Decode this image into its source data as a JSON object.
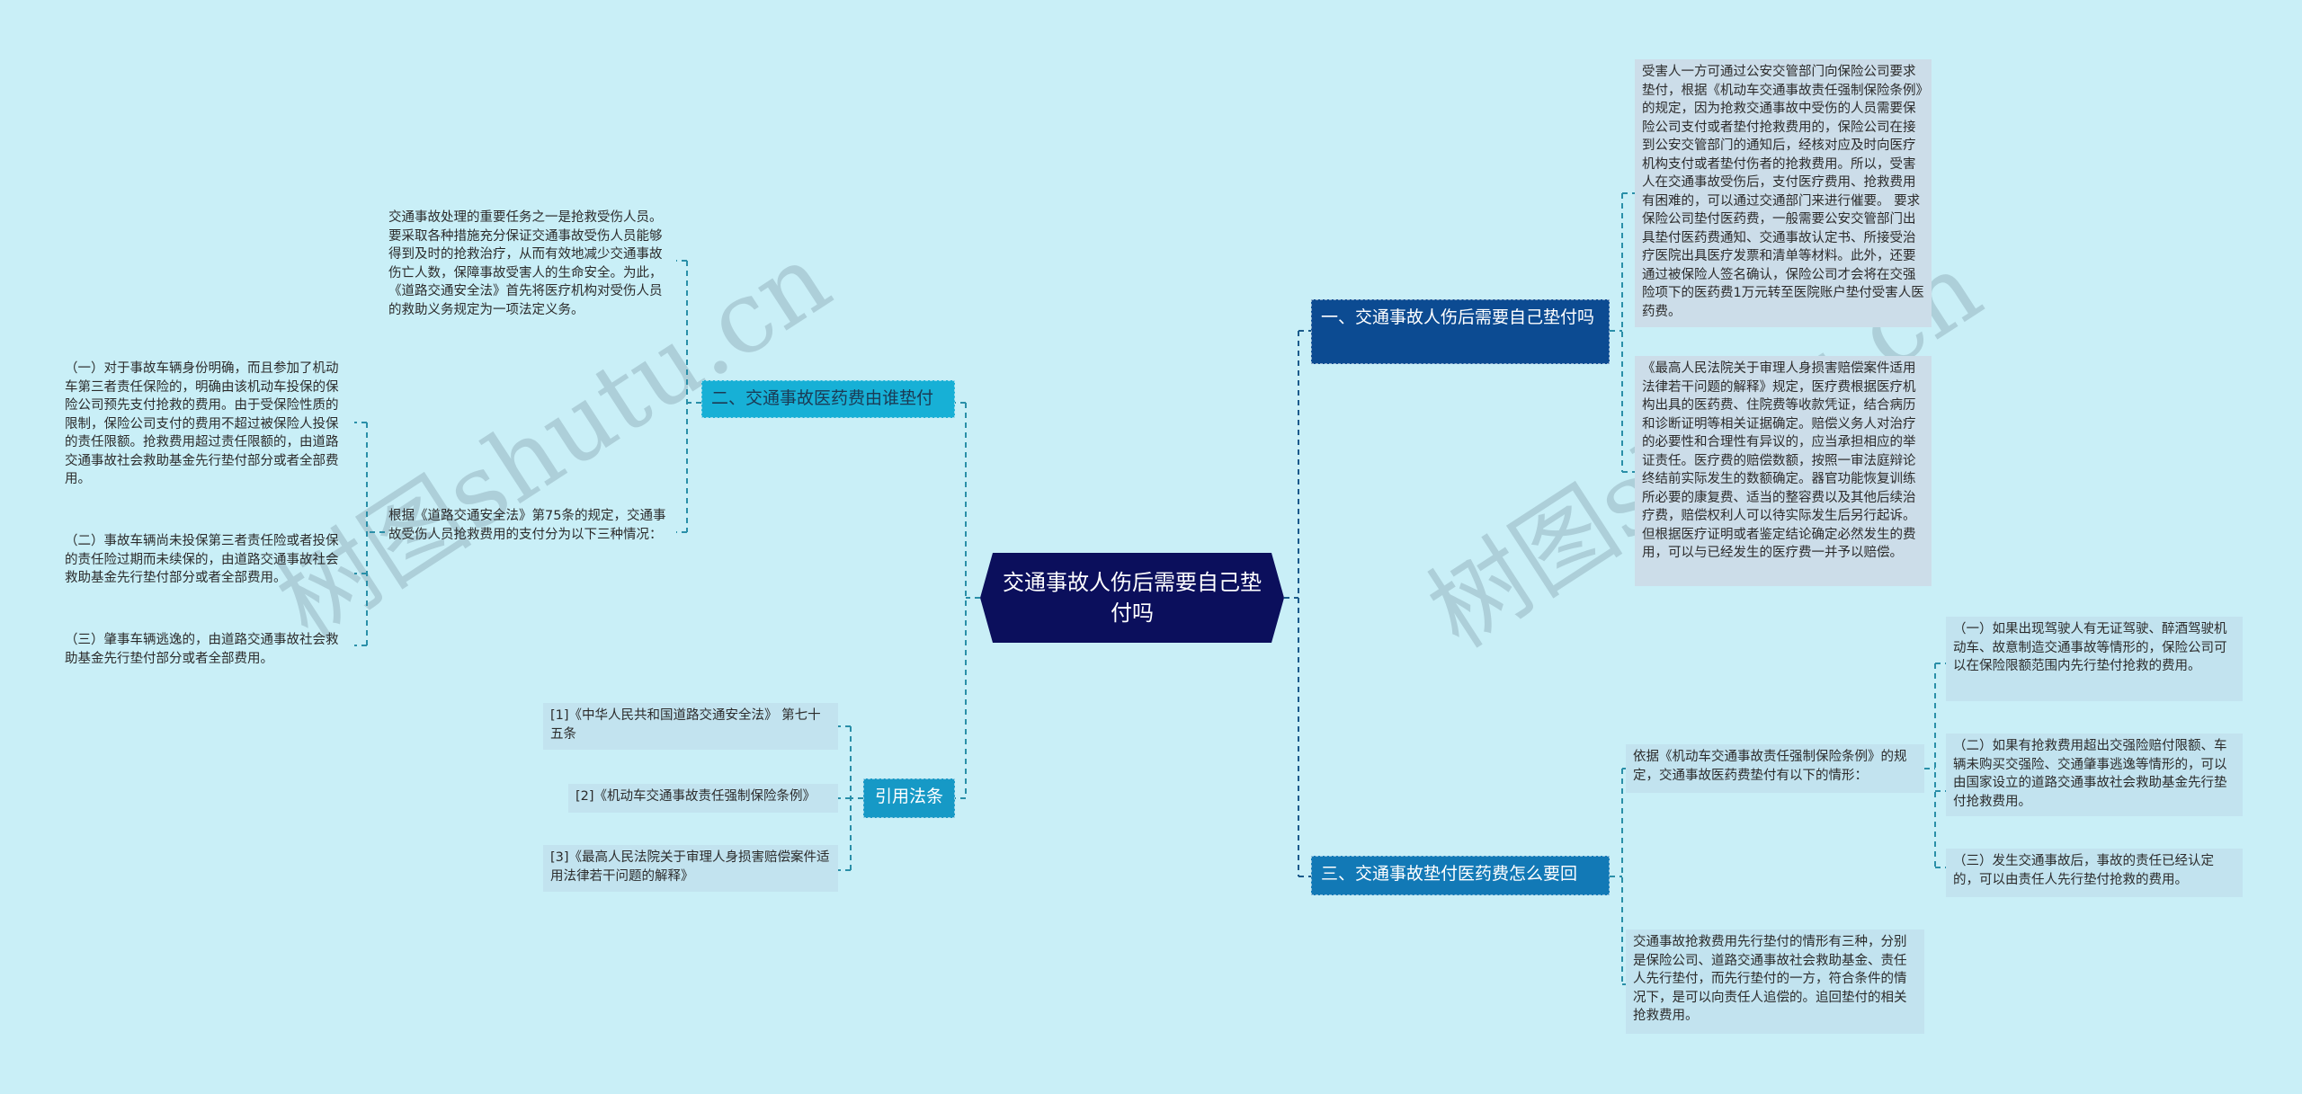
{
  "watermark": {
    "left": "树图shutu.cn",
    "right": "树图shutu.cn"
  },
  "colors": {
    "background": "#c9eff7",
    "root": "#0b0f5c",
    "branch_1": "#0c4b92",
    "branch_2": "#17b0d6",
    "branch_3": "#1279b6",
    "branch_4": "#1699c6",
    "leaf_grey": "#ccdde9",
    "leaf_pale": "#c2e3ef",
    "connector": "#2a7fa0"
  },
  "root": {
    "title": "交通事故人伤后需要自己垫付吗"
  },
  "branches": [
    {
      "label": "一、交通事故人伤后需要自己垫付吗",
      "children": [
        "受害人一方可通过公安交管部门向保险公司要求垫付，根据《机动车交通事故责任强制保险条例》的规定，因为抢救交通事故中受伤的人员需要保险公司支付或者垫付抢救费用的，保险公司在接到公安交管部门的通知后，经核对应及时向医疗机构支付或者垫付伤者的抢救费用。所以，受害人在交通事故受伤后，支付医疗费用、抢救费用有困难的，可以通过交通部门来进行催要。 要求保险公司垫付医药费，一般需要公安交管部门出具垫付医药费通知、交通事故认定书、所接受治疗医院出具医疗发票和清单等材料。此外，还要通过被保险人签名确认，保险公司才会将在交强险项下的医药费1万元转至医院账户垫付受害人医药费。",
        "《最高人民法院关于审理人身损害赔偿案件适用法律若干问题的解释》规定，医疗费根据医疗机构出具的医药费、住院费等收款凭证，结合病历和诊断证明等相关证据确定。赔偿义务人对治疗的必要性和合理性有异议的，应当承担相应的举证责任。医疗费的赔偿数额，按照一审法庭辩论终结前实际发生的数额确定。器官功能恢复训练所必要的康复费、适当的整容费以及其他后续治疗费，赔偿权利人可以待实际发生后另行起诉。但根据医疗证明或者鉴定结论确定必然发生的费用，可以与已经发生的医疗费一并予以赔偿。"
      ]
    },
    {
      "label": "二、交通事故医药费由谁垫付",
      "children": [
        {
          "text": "交通事故处理的重要任务之一是抢救受伤人员。要采取各种措施充分保证交通事故受伤人员能够得到及时的抢救治疗，从而有效地减少交通事故伤亡人数，保障事故受害人的生命安全。为此，《道路交通安全法》首先将医疗机构对受伤人员的救助义务规定为一项法定义务。"
        },
        {
          "text": "根据《道路交通安全法》第75条的规定，交通事故受伤人员抢救费用的支付分为以下三种情况：",
          "children": [
            "（一）对于事故车辆身份明确，而且参加了机动车第三者责任保险的，明确由该机动车投保的保险公司预先支付抢救的费用。由于受保险性质的限制，保险公司支付的费用不超过被保险人投保的责任限额。抢救费用超过责任限额的，由道路交通事故社会救助基金先行垫付部分或者全部费用。",
            "（二）事故车辆尚未投保第三者责任险或者投保的责任险过期而未续保的，由道路交通事故社会救助基金先行垫付部分或者全部费用。",
            "（三）肇事车辆逃逸的，由道路交通事故社会救助基金先行垫付部分或者全部费用。"
          ]
        }
      ]
    },
    {
      "label": "三、交通事故垫付医药费怎么要回",
      "children": [
        {
          "text": "依据《机动车交通事故责任强制保险条例》的规定，交通事故医药费垫付有以下的情形：",
          "children": [
            "（一）如果出现驾驶人有无证驾驶、醉酒驾驶机动车、故意制造交通事故等情形的，保险公司可以在保险限额范围内先行垫付抢救的费用。",
            "（二）如果有抢救费用超出交强险赔付限额、车辆未购买交强险、交通肇事逃逸等情形的，可以由国家设立的道路交通事故社会救助基金先行垫付抢救费用。",
            "（三）发生交通事故后，事故的责任已经认定的，可以由责任人先行垫付抢救的费用。"
          ]
        },
        {
          "text": "交通事故抢救费用先行垫付的情形有三种，分别是保险公司、道路交通事故社会救助基金、责任人先行垫付，而先行垫付的一方，符合条件的情况下，是可以向责任人追偿的。追回垫付的相关抢救费用。"
        }
      ]
    },
    {
      "label": "引用法条",
      "children": [
        "[1]《中华人民共和国道路交通安全法》 第七十五条",
        "[2]《机动车交通事故责任强制保险条例》",
        "[3]《最高人民法院关于审理人身损害赔偿案件适用法律若干问题的解释》"
      ]
    }
  ]
}
